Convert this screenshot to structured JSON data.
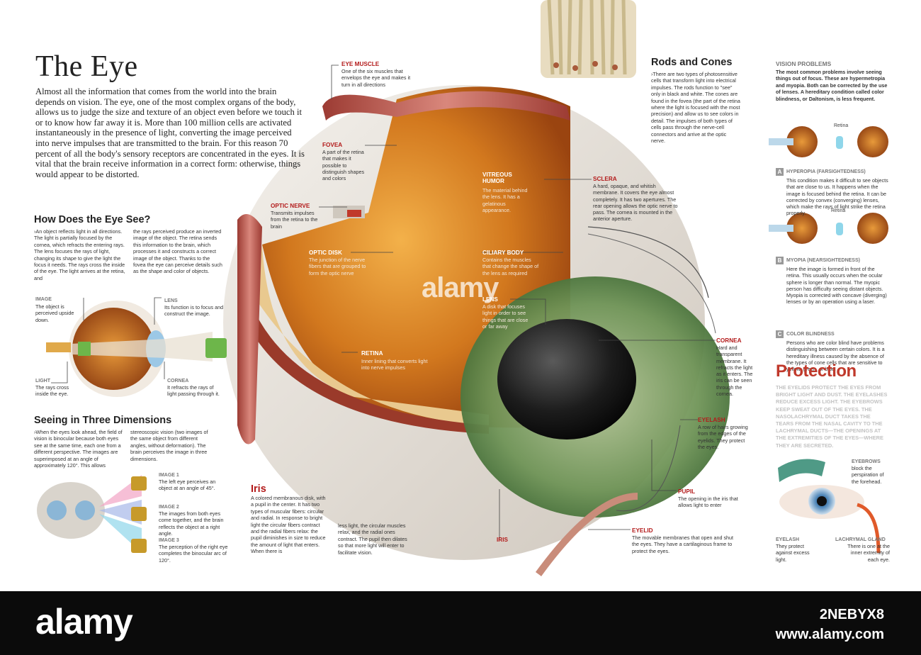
{
  "header": {
    "title": "The Eye",
    "intro": "Almost all the information that comes from the world into the brain depends on vision. The eye, one of the most complex organs of the body, allows us to judge the size and texture of an object even before we touch it or to know how far away it is. More than 100 million cells are activated instantaneously in the presence of light, converting the image perceived into nerve impulses that are transmitted to the brain. For this reason 70 percent of all the body's sensory receptors are concentrated in the eyes. It is vital that the brain receive information in a correct form: otherwise, things would appear to be distorted."
  },
  "how": {
    "title": "How Does the Eye See?",
    "col1": "›An object reflects light in all directions. The light is partially focused by the cornea, which refracts the entering rays. The lens focuses the rays of light, changing its shape to give the light the focus it needs. The rays cross the inside of the eye. The light arrives at the retina, and",
    "col2": "the rays perceived produce an inverted image of the object. The retina sends this information to the brain, which processes it and constructs a correct image of the object. Thanks to the fovea the eye can perceive details such as the shape and color of objects.",
    "image_label": "IMAGE",
    "image_desc": "The object is perceived upside down.",
    "lens_label": "LENS",
    "lens_desc": "Its function is to focus and construct the image.",
    "light_label": "LIGHT",
    "light_desc": "The rays cross inside the eye.",
    "cornea_label": "CORNEA",
    "cornea_desc": "It refracts the rays of light passing through it."
  },
  "three": {
    "title": "Seeing in Three Dimensions",
    "col1": "›When the eyes look ahead, the field of vision is binocular because both eyes see at the same time, each one from a different perspective. The images are superimposed at an angle of approximately 120°. This allows",
    "col2": "stereoscopic vision (two images of the same object from different angles, without deformation). The brain perceives the image in three dimensions.",
    "img1_label": "IMAGE 1",
    "img1_desc": "The left eye perceives an object at an angle of 45°.",
    "img2_label": "IMAGE 2",
    "img2_desc": "The images from both eyes come together, and the brain reflects the object at a right angle.",
    "img3_label": "IMAGE 3",
    "img3_desc": "The perception of the right eye completes the binocular arc of 120°."
  },
  "parts": {
    "eye_muscle_label": "EYE MUSCLE",
    "eye_muscle_desc": "One of the six muscles that envelops the eye and makes it turn in all directions",
    "fovea_label": "FOVEA",
    "fovea_desc": "A part of the retina that makes it possible to distinguish shapes and colors",
    "optic_nerve_label": "OPTIC NERVE",
    "optic_nerve_desc": "Transmits impulses from the retina to the brain",
    "optic_disk_label": "OPTIC DISK",
    "optic_disk_desc": "The junction of the nerve fibers that are grouped to form the optic nerve",
    "vitreous_label": "VITREOUS HUMOR",
    "vitreous_desc": "The material behind the lens. It has a gelatinous appearance.",
    "ciliary_label": "CILIARY BODY",
    "ciliary_desc": "Contains the muscles that change the shape of the lens as required",
    "lens_label": "LENS",
    "lens_desc": "A disk that focuses light in order to see things that are close or far away",
    "retina_label": "RETINA",
    "retina_desc": "Inner lining that converts light into nerve impulses",
    "sclera_label": "SCLERA",
    "sclera_desc": "A hard, opaque, and whitish membrane. It covers the eye almost completely. It has two apertures. The rear opening allows the optic nerve to pass. The cornea is mounted in the anterior aperture.",
    "cornea_label": "CORNEA",
    "cornea_desc": "Hard and transparent membrane. It refracts the light as it enters. The iris can be seen through the cornea.",
    "eyelash_label": "EYELASH",
    "eyelash_desc": "A row of hairs growing from the edges of the eyelids. They protect the eyes.",
    "pupil_label": "PUPIL",
    "pupil_desc": "The opening in the iris that allows light to enter",
    "eyelid_label": "EYELID",
    "eyelid_desc": "The movable membranes that open and shut the eyes. They have a cartilaginous frame to protect the eyes.",
    "iris_label": "IRIS"
  },
  "iris": {
    "title": "Iris",
    "col1": "A colored membranous disk, with a pupil in the center. It has two types of muscular fibers: circular and radial. In response to bright light the circular fibers contract and the radial fibers relax: the pupil diminishes in size to reduce the amount of light that enters. When there is",
    "col2": "less light, the circular muscles relax, and the radial ones contract. The pupil then dilates so that more light will enter to facilitate vision."
  },
  "rods": {
    "title": "Rods and Cones",
    "body": "›There are two types of photosensitive cells that transform light into electrical impulses. The rods function to \"see\" only in black and white. The cones are found in the fovea (the part of the retina where the light is focused with the most precision) and allow us to see colors in detail. The impulses of both types of cells pass through the nerve-cell connectors and arrive at the optic nerve."
  },
  "problems": {
    "title": "VISION PROBLEMS",
    "intro": "The most common problems involve seeing things out of focus. These are hypermetropia and myopia. Both can be corrected by the use of lenses. A hereditary condition called color blindness, or Daltonism, is less frequent.",
    "retina_label": "Retina",
    "a_badge": "A",
    "a_title": "HYPEROPIA (FARSIGHTEDNESS)",
    "a_desc": "This condition makes it difficult to see objects that are close to us. It happens when the image is focused behind the retina. It can be corrected by convex (converging) lenses, which make the rays of light strike the retina properly.",
    "b_badge": "B",
    "b_title": "MYOPIA (NEARSIGHTEDNESS)",
    "b_desc": "Here the image is formed in front of the retina. This usually occurs when the ocular sphere is longer than normal. The myopic person has difficulty seeing distant objects. Myopia is corrected with concave (diverging) lenses or by an operation using a laser.",
    "c_badge": "C",
    "c_title": "COLOR BLINDNESS",
    "c_desc": "Persons who are color blind have problems distinguishing between certain colors. It is a hereditary illness caused by the absence of the types of cone cells that are sensitive to yellow, green, or blue."
  },
  "protection": {
    "title": "Protection",
    "body": "THE EYELIDS PROTECT THE EYES FROM BRIGHT LIGHT AND DUST. THE EYELASHES REDUCE EXCESS LIGHT. THE EYEBROWS KEEP SWEAT OUT OF THE EYES. THE NASOLACHRYMAL DUCT TAKES THE TEARS FROM THE NASAL CAVITY TO THE LACHRYMAL DUCTS—THE OPENINGS AT THE EXTREMITIES OF THE EYES—WHERE THEY ARE SECRETED.",
    "eyebrows_label": "EYEBROWS",
    "eyebrows_desc": "block the perspiration of the forehead.",
    "eyelash_label": "EYELASH",
    "eyelash_desc": "They protect against excess light.",
    "gland_label": "LACHRYMAL GLAND",
    "gland_desc": "There is one at the inner extremity of each eye."
  },
  "watermark": {
    "center": "alamy",
    "footer_logo": "alamy",
    "image_id": "2NEBYX8",
    "url": "www.alamy.com"
  },
  "colors": {
    "accent_red": "#b31b1b",
    "footer_bg": "#0b0b0b",
    "retina_orange": "#d2781e",
    "iris_green": "#5f8a4c"
  }
}
